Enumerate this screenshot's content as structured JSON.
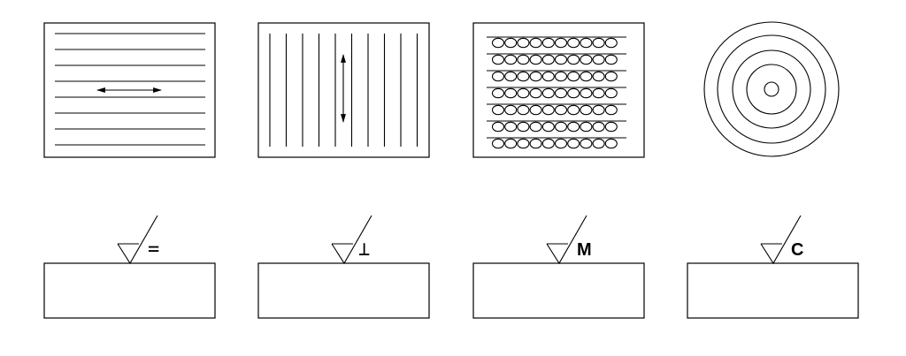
{
  "diagram": {
    "lay_patterns": [
      {
        "id": "parallel",
        "symbol": "=",
        "icon": "horizontal-lines-icon",
        "arrow": "horizontal"
      },
      {
        "id": "perpendicular",
        "symbol": "⊥",
        "icon": "vertical-lines-icon",
        "arrow": "vertical"
      },
      {
        "id": "multidirectional",
        "symbol": "M",
        "icon": "circles-grid-icon",
        "arrow": "none"
      },
      {
        "id": "circular",
        "symbol": "C",
        "icon": "concentric-circles-icon",
        "arrow": "none"
      }
    ],
    "colors": {
      "stroke": "#000000",
      "background": "#ffffff"
    }
  }
}
